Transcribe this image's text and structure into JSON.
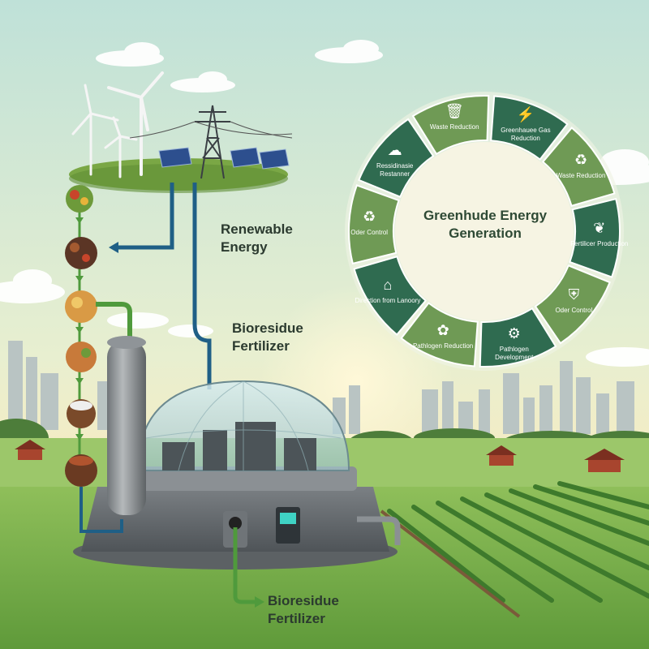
{
  "labels": {
    "renewable_energy": "Renewable Energy",
    "bioresidue_fertilizer_mid": "Bioresidue Fertilizer",
    "bioresidue_fertilizer_bottom": "Bioresidue Fertilizer"
  },
  "wheel": {
    "title": "Greenhude Energy Generation",
    "segments": [
      {
        "label": "Greenhauee Gas Reduction",
        "icon": "lightning-icon"
      },
      {
        "label": "Waste Reduction",
        "icon": "recycle-lightning-icon"
      },
      {
        "label": "Fertilicer Production",
        "icon": "leaf-icon"
      },
      {
        "label": "Oder Control",
        "icon": "shield-leaf-icon"
      },
      {
        "label": "Pathlogen Development",
        "icon": "gears-icon"
      },
      {
        "label": "Pathlogen Reduction",
        "icon": "sprout-icon"
      },
      {
        "label": "Direction from Lanoory",
        "icon": "factory-icon"
      },
      {
        "label": "Oder Control",
        "icon": "recycle-icon"
      },
      {
        "label": "Ressidinasie Restanner",
        "icon": "cloud-leaf-icon"
      },
      {
        "label": "Waste Reduction",
        "icon": "trash-icon"
      }
    ]
  },
  "colors": {
    "segment_light": "#6f9a55",
    "segment_dark": "#2f6b50",
    "pipe_blue": "#1f5f86",
    "pipe_green": "#4f9a3c"
  }
}
